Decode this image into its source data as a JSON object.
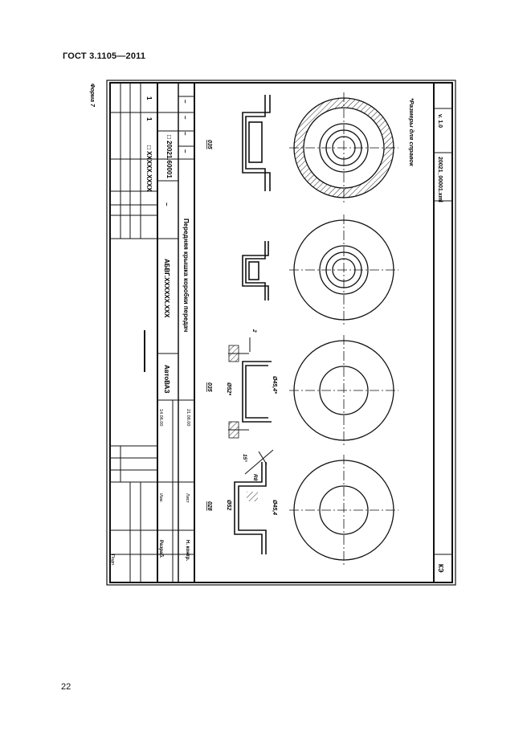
{
  "page": {
    "header": "ГОСТ 3.1105—2011",
    "page_number": "22"
  },
  "form": {
    "form_label": "Форма 7",
    "sheet_counts": [
      "1",
      "1"
    ],
    "code_xxx": "□ XXXXX.XXXX",
    "doc_number": "□ 20021.60001",
    "dashes": [
      "–",
      "–",
      "–",
      "–"
    ],
    "org": "АвтоВАЗ",
    "part_code": "АБВГ.XXXXXX.XXX",
    "part_name": "Передняя крышка коробки передач",
    "blank_cell": "–",
    "roles": [
      "Разраб.",
      "Н. контр.",
      "Изм.",
      "Лист",
      "Подп."
    ],
    "dates": [
      "14.06.00",
      "21.06.00"
    ],
    "bottom_left": "КЭ",
    "file_name": "20021_00001.xml",
    "version": "v. 1.0",
    "size_note": "*Размеры для справок"
  },
  "drawing": {
    "op_labels": [
      "028",
      "035",
      "035"
    ],
    "dims": {
      "d52": "Ø52",
      "d52s": "Ø52*",
      "d45_1": "Ø45,4",
      "d45_2": "Ø45,4*",
      "r": "R8",
      "ang": "15°",
      "small": "2"
    }
  }
}
